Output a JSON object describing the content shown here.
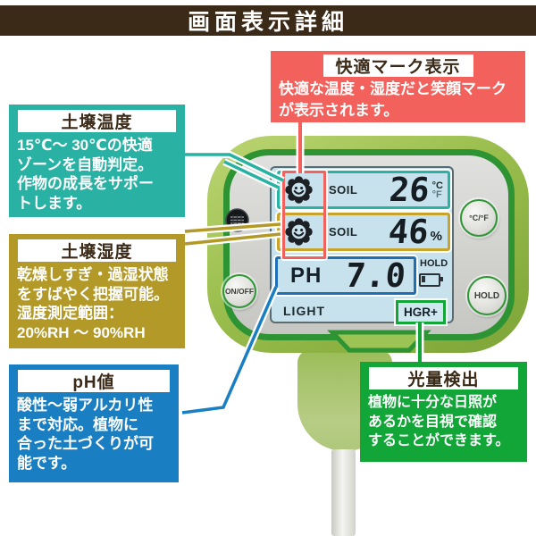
{
  "header": {
    "title": "画面表示詳細"
  },
  "callouts": {
    "comfort": {
      "title": "快適マーク表示",
      "lines": [
        "快適な温度・湿度だと笑顔マーク",
        "が表示されます。"
      ],
      "color": "#f2615b"
    },
    "soil_temp": {
      "title": "土壌温度",
      "lines": [
        "15℃〜 30℃の快適",
        "ゾーンを自動判定。",
        "作物の成長をサポー",
        "トします。"
      ],
      "color": "#29b2a3"
    },
    "soil_moisture": {
      "title": "土壌湿度",
      "lines": [
        "乾燥しすぎ・過湿状態",
        "をすばやく把握可能。",
        "湿度測定範囲：",
        "20%RH 〜 90%RH"
      ],
      "color": "#b39a28"
    },
    "ph": {
      "title": "pH値",
      "lines": [
        "酸性〜弱アルカリ性",
        "まで対応。植物に",
        "合った土づくりが可",
        "能です。"
      ],
      "color": "#1a7fc2"
    },
    "light": {
      "title": "光量検出",
      "lines": [
        "植物に十分な日照が",
        "あるかを目視で確認",
        "することができます。"
      ],
      "color": "#12a639"
    }
  },
  "device": {
    "lcd": {
      "row_temp": {
        "label": "SOIL",
        "value": "26",
        "unit_top": "°C",
        "unit_bottom": "°F"
      },
      "row_moisture": {
        "label": "SOIL",
        "value": "46",
        "unit": "%"
      },
      "row_ph": {
        "label": "PH",
        "value": "7.0"
      },
      "hold_indicator": "HOLD",
      "row_light": {
        "label": "LIGHT",
        "badge": "HGR+"
      }
    },
    "buttons": {
      "power": "ON/OFF",
      "unit": "°C/°F",
      "hold": "HOLD"
    },
    "icons": [
      "comfort-smiley-icon",
      "light-sensor-icon",
      "battery-icon"
    ]
  }
}
